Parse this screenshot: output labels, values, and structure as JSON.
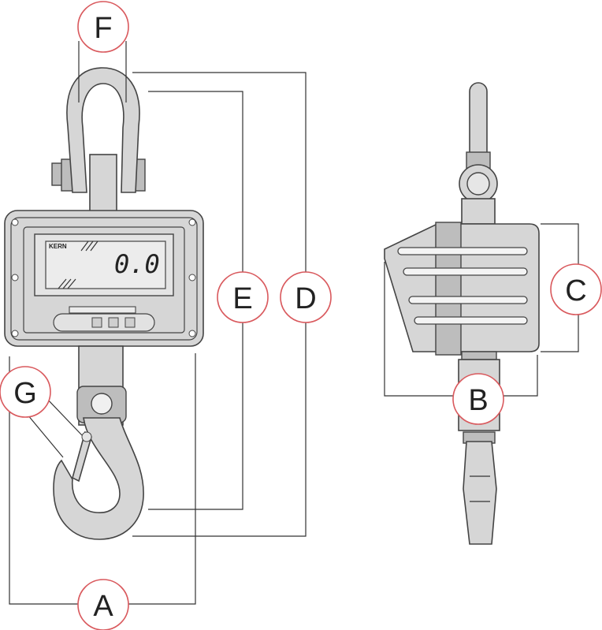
{
  "callouts": [
    {
      "id": "A",
      "label": "A"
    },
    {
      "id": "B",
      "label": "B"
    },
    {
      "id": "C",
      "label": "C"
    },
    {
      "id": "D",
      "label": "D"
    },
    {
      "id": "E",
      "label": "E"
    },
    {
      "id": "F",
      "label": "F"
    },
    {
      "id": "G",
      "label": "G"
    }
  ],
  "display": {
    "reading": "0.0",
    "brand": "KERN"
  },
  "colors": {
    "callout_ring": "#d9595d",
    "body": "#d6d6d6",
    "outline": "#444444"
  }
}
